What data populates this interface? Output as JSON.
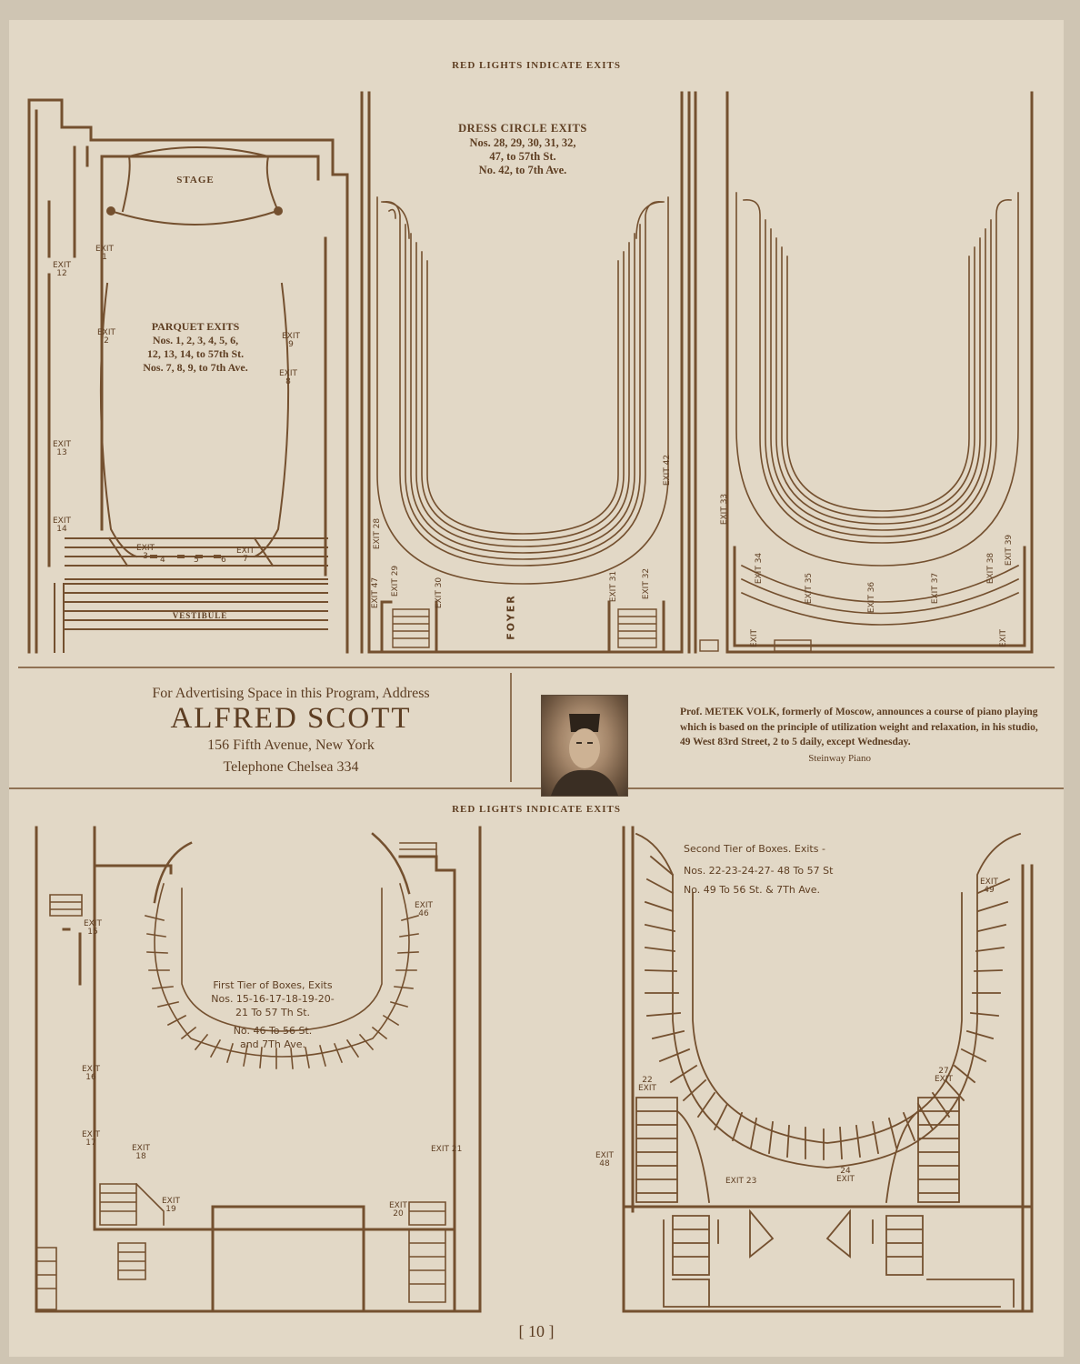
{
  "headers": {
    "top": "RED LIGHTS INDICATE EXITS",
    "middle": "RED LIGHTS INDICATE EXITS"
  },
  "plan_parquet": {
    "stage": "STAGE",
    "vestibule": "VESTIBULE",
    "title": "PARQUET EXITS",
    "line1": "Nos. 1, 2, 3, 4, 5, 6,",
    "line2": "12, 13, 14, to 57th St.",
    "line3": "Nos. 7, 8, 9, to 7th Ave."
  },
  "plan_dress_circle": {
    "title": "DRESS CIRCLE EXITS",
    "line1": "Nos. 28, 29, 30, 31, 32,",
    "line2": "47, to 57th St.",
    "line3": "No. 42, to 7th Ave.",
    "foyer": "FOYER"
  },
  "plan_first_tier": {
    "line1": "First Tier of Boxes, Exits",
    "line2": "Nos. 15-16-17-18-19-20-",
    "line3": "21 To 57 Th St.",
    "line4": "No. 46 To 56 St.",
    "line5": "and 7Th Ave."
  },
  "plan_second_tier": {
    "line1": "Second Tier of Boxes. Exits -",
    "line2": "Nos. 22-23-24-27- 48 To 57 St",
    "line3": "No. 49 To 56 St. & 7Th Ave."
  },
  "exit_word": "EXIT",
  "ad_scott": {
    "line1": "For Advertising Space in this Program, Address",
    "name": "ALFRED SCOTT",
    "address": "156 Fifth Avenue, New York",
    "phone": "Telephone Chelsea 334"
  },
  "ad_volk": {
    "text": "Prof. METEK VOLK, formerly of Moscow, announces a course of piano playing which is based on the principle of utilization weight and relaxation, in his studio, 49 West 83rd Street, 2 to 5 daily, except Wednesday.",
    "signature": "Steinway Piano"
  },
  "page_number": "[ 10 ]"
}
